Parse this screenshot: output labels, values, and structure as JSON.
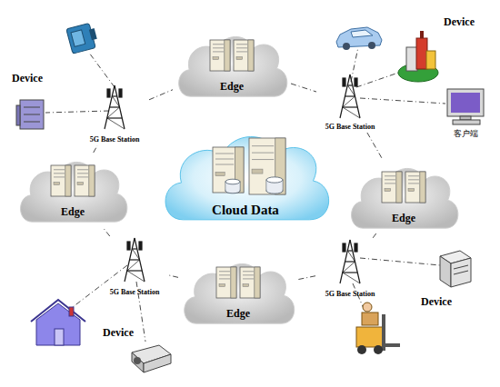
{
  "diagram": {
    "nodes": [
      {
        "text": [
          "Edge"
        ]
      },
      {
        "text": [
          "5G Base Station"
        ]
      },
      {
        "text": [
          "5G Base Station"
        ]
      },
      {
        "text": [
          "Edge"
        ]
      },
      {
        "text": [
          "Cloud Data"
        ]
      },
      {
        "text": [
          "Edge"
        ]
      },
      {
        "text": [
          "5G Base Station"
        ]
      },
      {
        "text": [
          "5G Base Station"
        ]
      },
      {
        "text": [
          "Edge"
        ]
      }
    ],
    "edges": [
      {
        "from": 1,
        "to": 0,
        "arrow": "none"
      },
      {
        "from": 0,
        "to": 2,
        "arrow": "none"
      },
      {
        "from": 2,
        "to": 5,
        "arrow": "none"
      },
      {
        "from": 5,
        "to": 7,
        "arrow": "none"
      },
      {
        "from": 7,
        "to": 8,
        "arrow": "none"
      },
      {
        "from": 8,
        "to": 6,
        "arrow": "none"
      },
      {
        "from": 6,
        "to": 3,
        "arrow": "none"
      },
      {
        "from": 3,
        "to": 1,
        "arrow": "none"
      }
    ],
    "labels": [
      "Device",
      "Device",
      "客户端",
      "Device",
      "Device"
    ]
  }
}
